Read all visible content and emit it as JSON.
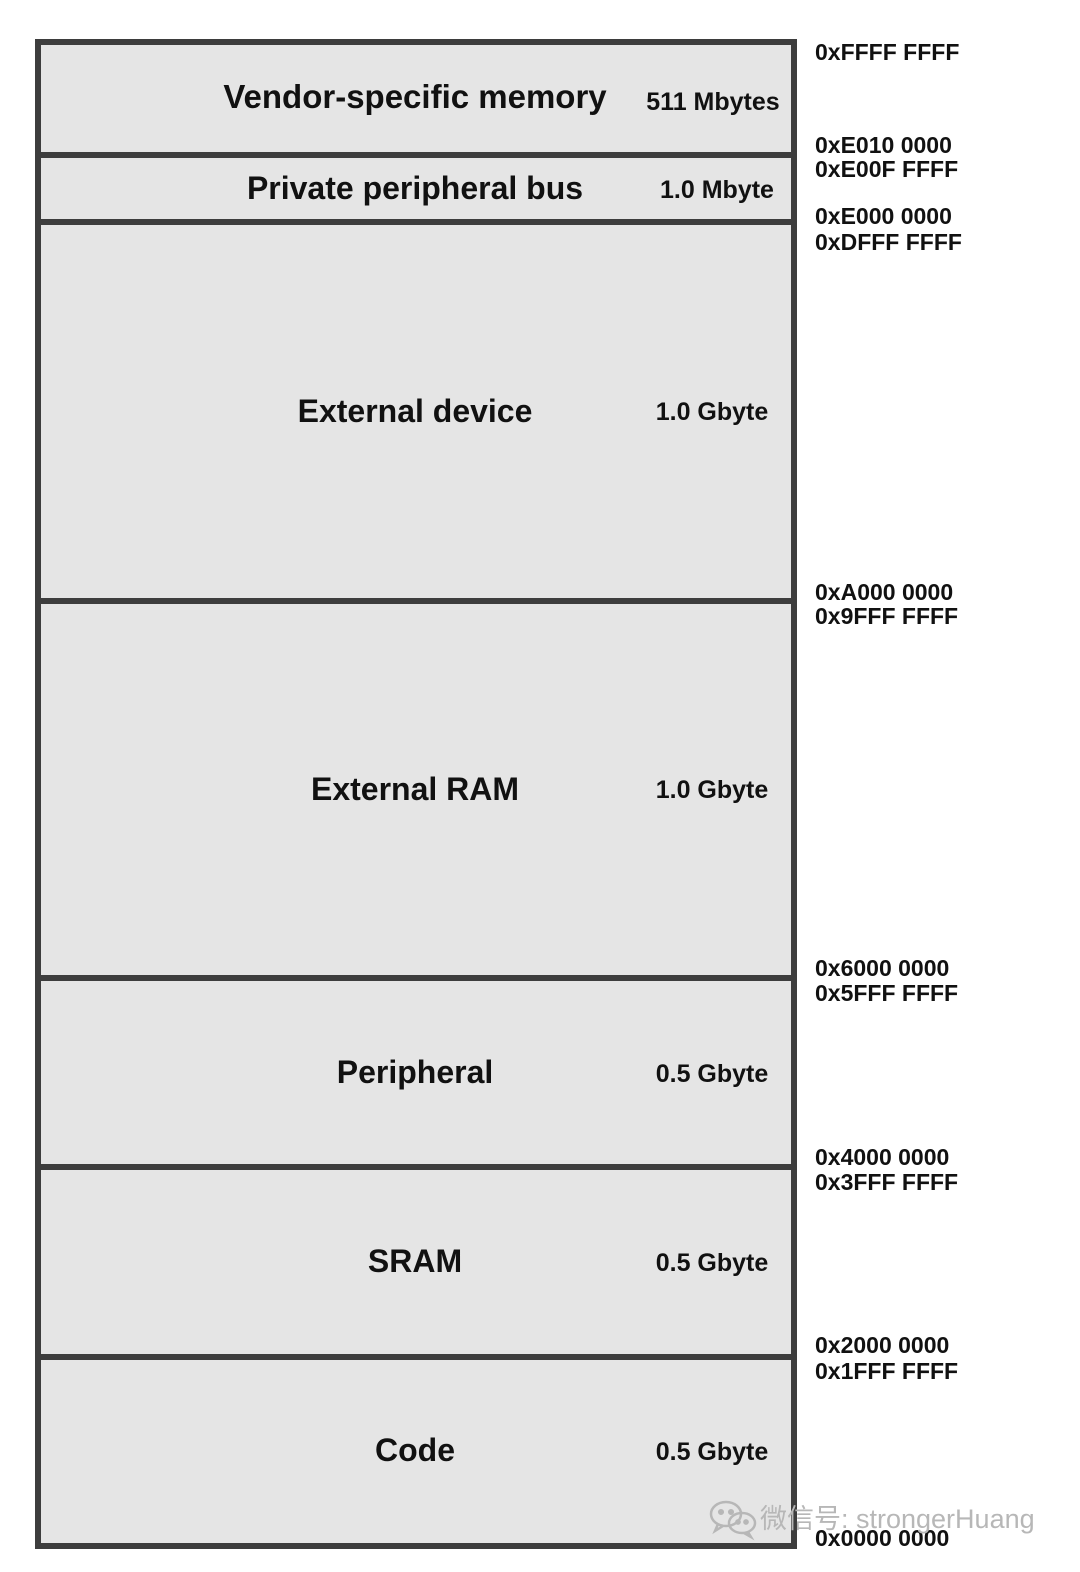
{
  "regions": [
    {
      "name": "Vendor-specific memory",
      "size": "511 Mbytes"
    },
    {
      "name": "Private peripheral bus",
      "size": "1.0 Mbyte"
    },
    {
      "name": "External device",
      "size": "1.0 Gbyte"
    },
    {
      "name": "External RAM",
      "size": "1.0 Gbyte"
    },
    {
      "name": "Peripheral",
      "size": "0.5 Gbyte"
    },
    {
      "name": "SRAM",
      "size": "0.5 Gbyte"
    },
    {
      "name": "Code",
      "size": "0.5 Gbyte"
    }
  ],
  "addresses": {
    "vendor_end": "0xFFFF FFFF",
    "vendor_start": "0xE010 0000",
    "ppb_end": "0xE00F FFFF",
    "ppb_start": "0xE000 0000",
    "extdev_end": "0xDFFF FFFF",
    "extdev_start": "0xA000 0000",
    "extram_end": "0x9FFF FFFF",
    "extram_start": "0x6000 0000",
    "periph_end": "0x5FFF FFFF",
    "periph_start": "0x4000 0000",
    "sram_end": "0x3FFF FFFF",
    "sram_start": "0x2000 0000",
    "code_end": "0x1FFF FFFF",
    "code_start": "0x0000 0000"
  },
  "watermark": {
    "icon": "wechat-icon",
    "text": "微信号: strongerHuang"
  }
}
